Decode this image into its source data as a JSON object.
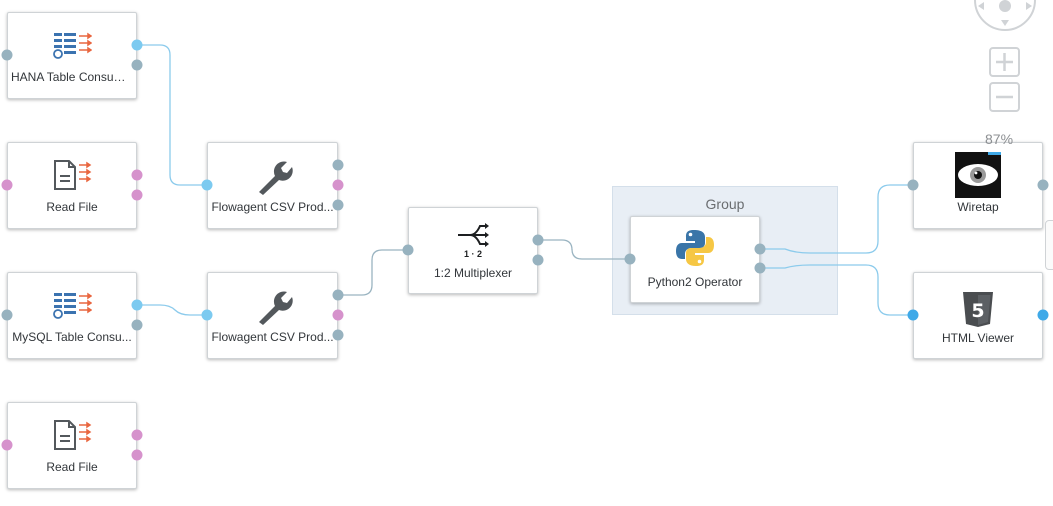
{
  "colors": {
    "port_gray": "#97b2bf",
    "port_pink": "#d692cc",
    "port_blue": "#7ccaf0",
    "port_bright_blue": "#3fa9e8",
    "wire_blue": "#8ccbec",
    "wire_gray": "#9ab4c1",
    "group_fill": "#e8eef5"
  },
  "group": {
    "label": "Group"
  },
  "nodes": {
    "hana": {
      "label": "HANA Table Consumer",
      "icon": "table-consumer-icon"
    },
    "read1": {
      "label": "Read File",
      "icon": "read-file-icon"
    },
    "csv1": {
      "label": "Flowagent CSV Prod...",
      "icon": "wrench-icon"
    },
    "mysql": {
      "label": "MySQL Table Consu...",
      "icon": "table-consumer-icon"
    },
    "csv2": {
      "label": "Flowagent CSV Prod...",
      "icon": "wrench-icon"
    },
    "read2": {
      "label": "Read File",
      "icon": "read-file-icon"
    },
    "mux": {
      "label": "1:2 Multiplexer",
      "icon": "multiplexer-icon",
      "badge": "1 · 2"
    },
    "python": {
      "label": "Python2 Operator",
      "icon": "python-icon"
    },
    "wiretap": {
      "label": "Wiretap",
      "icon": "eye-icon"
    },
    "html": {
      "label": "HTML Viewer",
      "icon": "html5-icon",
      "badge": "5"
    }
  },
  "zoom": {
    "level": "87%",
    "zoom_in": "+",
    "zoom_out": "−"
  }
}
